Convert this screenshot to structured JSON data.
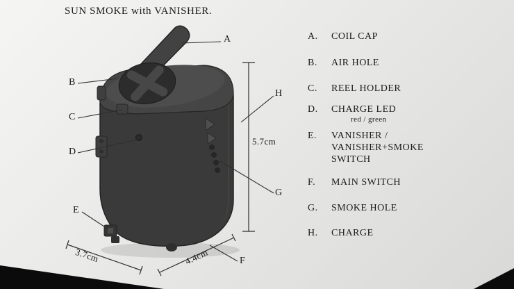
{
  "title": "SUN SMOKE with VANISHER.",
  "legend": {
    "items": [
      {
        "letter": "A.",
        "label": "COIL CAP"
      },
      {
        "letter": "B.",
        "label": "AIR HOLE"
      },
      {
        "letter": "C.",
        "label": "REEL HOLDER"
      },
      {
        "letter": "D.",
        "label": "CHARGE LED",
        "sub": "red / green"
      },
      {
        "letter": "E.",
        "label": "VANISHER /",
        "line2": "VANISHER+SMOKE",
        "line3": "SWITCH"
      },
      {
        "letter": "F.",
        "label": "MAIN SWITCH"
      },
      {
        "letter": "G.",
        "label": "SMOKE HOLE"
      },
      {
        "letter": "H.",
        "label": "CHARGE"
      }
    ]
  },
  "callouts": {
    "a": "A",
    "b": "B",
    "c": "C",
    "d": "D",
    "e": "E",
    "f": "F",
    "g": "G",
    "h": "H"
  },
  "dimensions": {
    "height": "5.7cm",
    "depth": "3.7cm",
    "width": "4.4cm"
  },
  "colors": {
    "background": "#e9e9e8",
    "device_body": "#3a3a3a",
    "device_lid": "#454545",
    "text": "#1b1b1b"
  }
}
